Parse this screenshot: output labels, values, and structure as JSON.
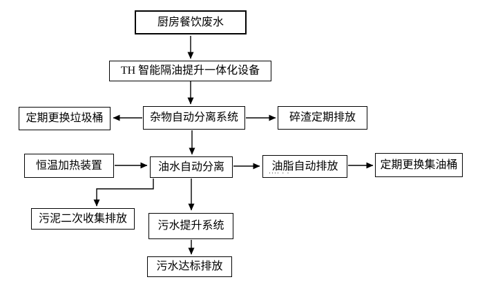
{
  "figure": {
    "type": "flowchart",
    "background_color": "#ffffff",
    "box_border_color": "#000000",
    "text_color": "#000000",
    "arrow_color": "#000000"
  },
  "nodes": [
    {
      "id": "kitchen-wastewater",
      "label": "厨房餐饮废水"
    },
    {
      "id": "th-integrated-device",
      "label": "TH 智能隔油提升一体化设备"
    },
    {
      "id": "debris-separation",
      "label": "杂物自动分离系统"
    },
    {
      "id": "trash-bin-replace",
      "label": "定期更换垃圾桶"
    },
    {
      "id": "residue-discharge",
      "label": "碎渣定期排放"
    },
    {
      "id": "heating-device",
      "label": "恒温加热装置"
    },
    {
      "id": "oil-water-separation",
      "label": "油水自动分离"
    },
    {
      "id": "grease-discharge",
      "label": "油脂自动排放",
      "dots": "···· · ·"
    },
    {
      "id": "oil-bucket-replace",
      "label": "定期更换集油桶"
    },
    {
      "id": "sludge-collection",
      "label": "污泥二次收集排放"
    },
    {
      "id": "sewage-lift-system",
      "label": "污水提升系统"
    },
    {
      "id": "sewage-discharge",
      "label": "污水达标排放"
    }
  ],
  "edges": [
    {
      "from": "kitchen-wastewater",
      "to": "th-integrated-device"
    },
    {
      "from": "th-integrated-device",
      "to": "debris-separation"
    },
    {
      "from": "debris-separation",
      "to": "trash-bin-replace"
    },
    {
      "from": "debris-separation",
      "to": "residue-discharge"
    },
    {
      "from": "debris-separation",
      "to": "oil-water-separation"
    },
    {
      "from": "heating-device",
      "to": "oil-water-separation"
    },
    {
      "from": "oil-water-separation",
      "to": "grease-discharge"
    },
    {
      "from": "grease-discharge",
      "to": "oil-bucket-replace"
    },
    {
      "from": "oil-water-separation",
      "to": "sludge-collection"
    },
    {
      "from": "oil-water-separation",
      "to": "sewage-lift-system"
    },
    {
      "from": "sewage-lift-system",
      "to": "sewage-discharge"
    }
  ]
}
